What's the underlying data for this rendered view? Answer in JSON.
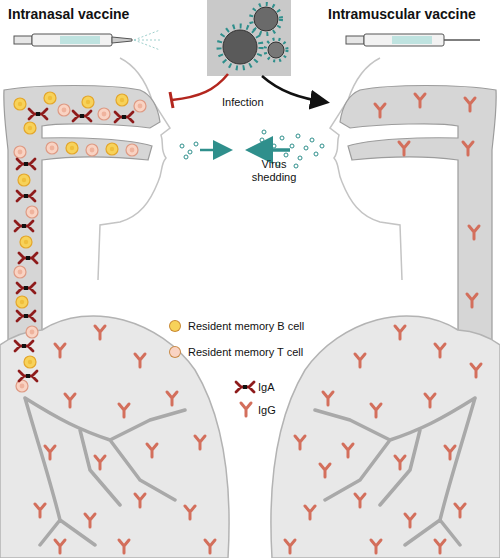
{
  "diagram": {
    "labels": [
      "Intranasal vaccine",
      "Intramuscular vaccine",
      "Infection",
      "Virus shedding"
    ],
    "legend": [
      {
        "text": "Resident memory B cell",
        "color": "#f7d25a"
      },
      {
        "text": "Resident memory T cell",
        "color": "#f9d3c3"
      },
      {
        "text": "IgA"
      },
      {
        "text": "IgG"
      }
    ]
  }
}
